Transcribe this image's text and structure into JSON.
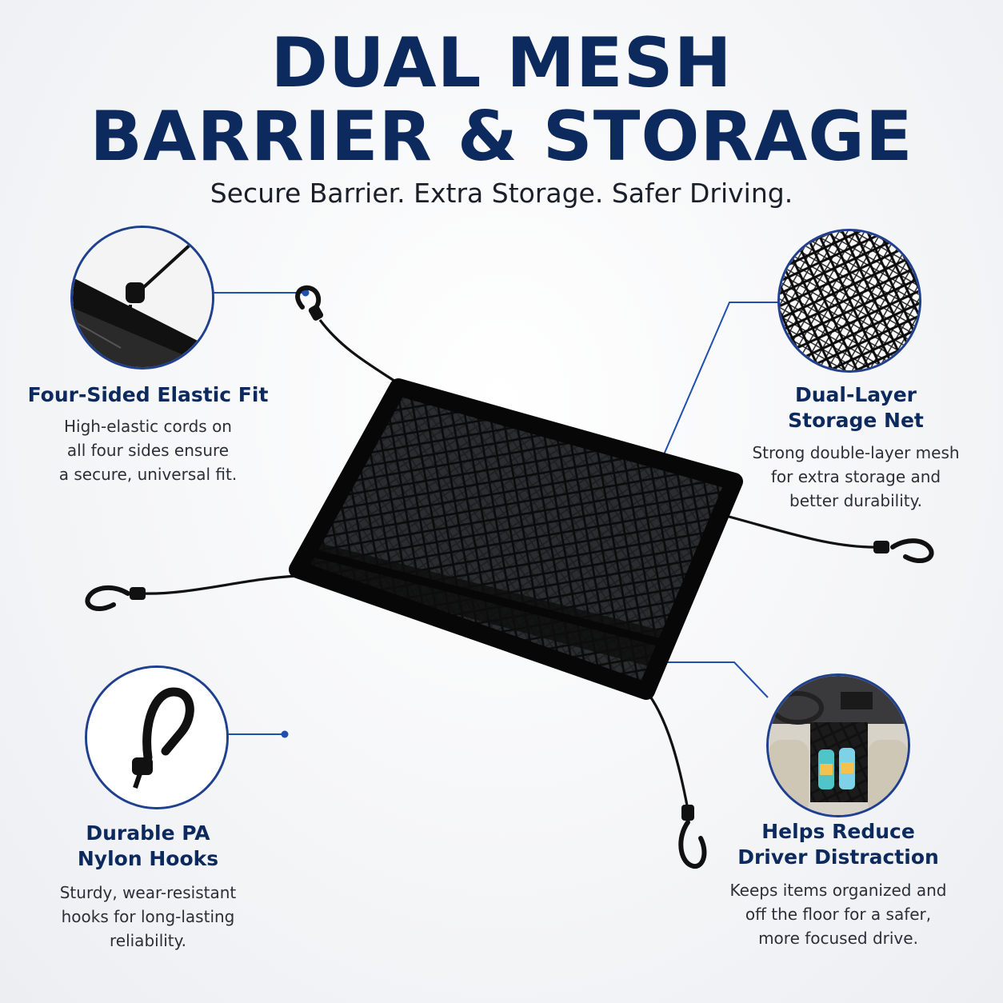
{
  "header": {
    "title_line1": "DUAL MESH",
    "title_line2": "BARRIER & STORAGE",
    "subtitle": "Secure Barrier. Extra Storage. Safer Driving."
  },
  "features": {
    "elastic": {
      "title": "Four-Sided Elastic Fit",
      "desc_lines": [
        "High-elastic cords on",
        "all four sides ensure",
        "a secure, universal fit."
      ]
    },
    "storage": {
      "title_lines": [
        "Dual-Layer",
        "Storage Net"
      ],
      "desc_lines": [
        "Strong double-layer mesh",
        "for extra storage and",
        "better durability."
      ]
    },
    "hooks": {
      "title_lines": [
        "Durable PA",
        "Nylon Hooks"
      ],
      "desc_lines": [
        "Sturdy, wear-resistant",
        "hooks for long-lasting",
        "reliability."
      ]
    },
    "distraction": {
      "title_lines": [
        "Helps Reduce",
        "Driver Distraction"
      ],
      "desc_lines": [
        "Keeps items organized and",
        "off the floor for a safer,",
        "more focused drive."
      ]
    }
  },
  "colors": {
    "navy": "#0d2a5e",
    "accent_blue": "#1f4fb0",
    "product_black": "#0b0b0c"
  },
  "icons": [
    "elastic-cord-closeup-icon",
    "mesh-closeup-icon",
    "hook-closeup-icon",
    "car-interior-icon"
  ]
}
